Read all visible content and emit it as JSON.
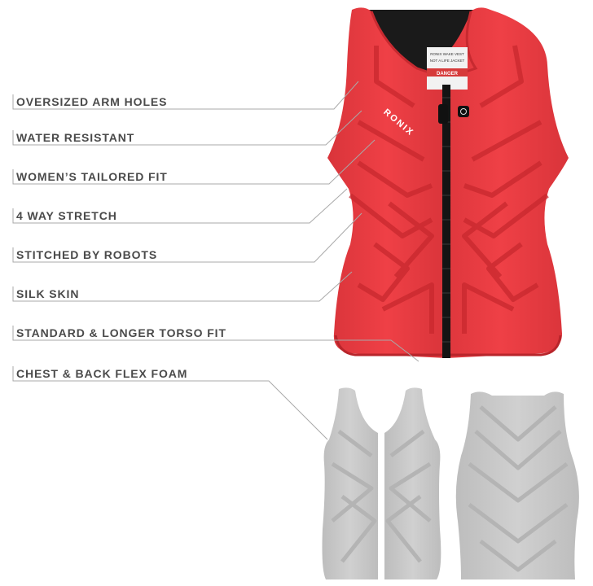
{
  "features": [
    {
      "label": "OVERSIZED ARM HOLES"
    },
    {
      "label": "WATER RESISTANT"
    },
    {
      "label": "WOMEN’S TAILORED FIT"
    },
    {
      "label": "4 WAY STRETCH"
    },
    {
      "label": "STITCHED BY ROBOTS"
    },
    {
      "label": "SILK SKIN"
    },
    {
      "label": "STANDARD & LONGER TORSO FIT"
    },
    {
      "label": "CHEST & BACK FLEX FOAM"
    }
  ],
  "vest": {
    "brand": "RONIX",
    "tag_line1": "RONIX WAKE VEST",
    "tag_line2": "NOT A LIFE JACKET",
    "tag_warning": "DANGER",
    "color": "#ee3d42",
    "color_dark": "#c72a30",
    "foam_color": "#cacaca"
  }
}
